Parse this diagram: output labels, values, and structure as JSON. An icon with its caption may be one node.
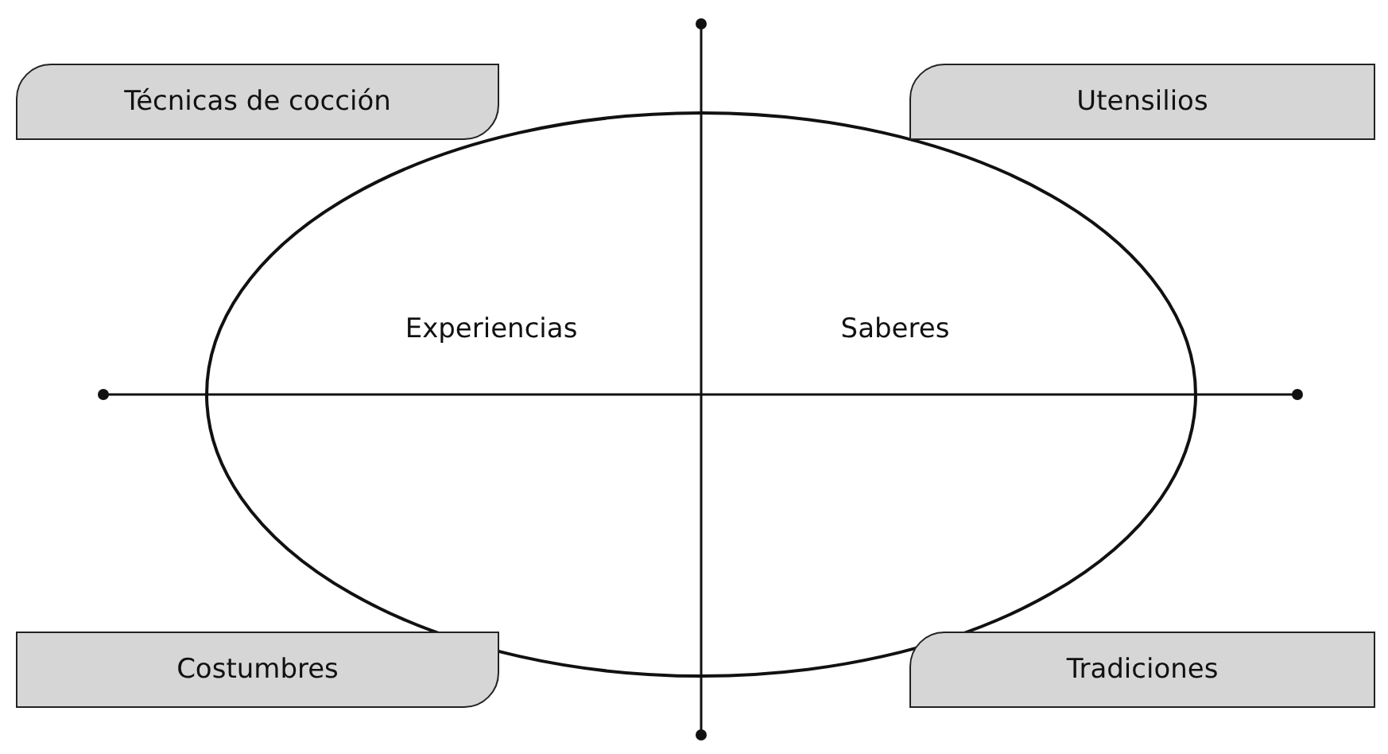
{
  "diagram": {
    "nodes": [
      {
        "text": [
          "Experiencias",
          "Saberes"
        ]
      },
      {
        "text": [
          "Técnicas de cocción"
        ]
      },
      {
        "text": [
          "Utensilios"
        ]
      },
      {
        "text": [
          "Costumbres"
        ]
      },
      {
        "text": [
          "Tradiciones"
        ]
      }
    ]
  }
}
